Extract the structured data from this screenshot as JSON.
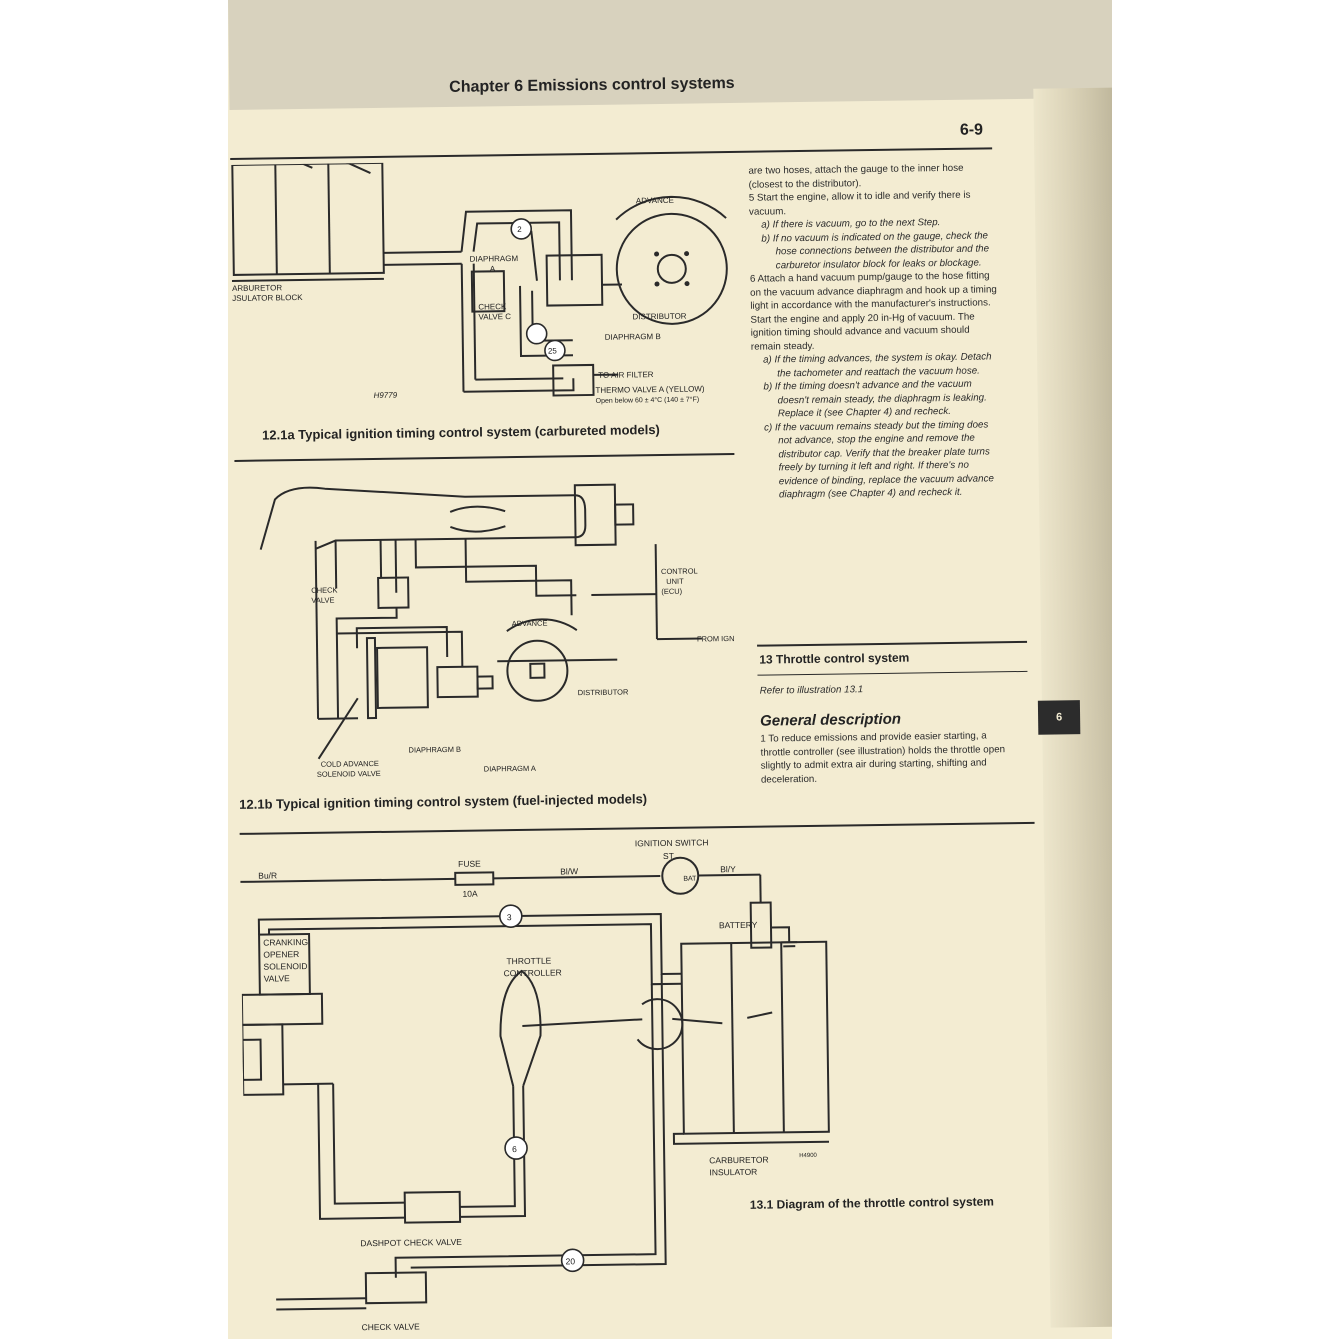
{
  "header": {
    "chapter": "Chapter 6  Emissions control systems",
    "page_number": "6-9"
  },
  "tab_marker": "6",
  "figures": {
    "fig_a": {
      "caption": "12.1a  Typical ignition timing control system (carbureted models)",
      "labels": {
        "advance": "ADVANCE",
        "diaphragm_a_1": "DIAPHRAGM",
        "diaphragm_a_2": "A",
        "check_valve_1": "CHECK",
        "check_valve_2": "VALVE C",
        "distributor": "DISTRIBUTOR",
        "diaphragm_b": "DIAPHRAGM B",
        "carb_block_1": "ARBURETOR",
        "carb_block_2": "JSULATOR BLOCK",
        "air_filter": "TO AIR FILTER",
        "thermo_1": "THERMO VALVE A (YELLOW)",
        "thermo_2": "Open below 60 ± 4°C (140 ± 7°F)",
        "code": "H9779",
        "hose_2": "2",
        "hose_25": "25"
      }
    },
    "fig_b": {
      "caption": "12.1b  Typical ignition timing control system (fuel-injected models)",
      "labels": {
        "check_valve_1": "CHECK",
        "check_valve_2": "VALVE",
        "control_unit_1": "CONTROL",
        "control_unit_2": "UNIT",
        "control_unit_3": "(ECU)",
        "advance": "ADVANCE",
        "from_ign": "FROM IGN 1",
        "distributor": "DISTRIBUTOR",
        "diaphragm_b": "DIAPHRAGM B",
        "cold_advance_1": "COLD ADVANCE",
        "cold_advance_2": "SOLENOID VALVE",
        "diaphragm_a": "DIAPHRAGM A"
      }
    },
    "fig_c": {
      "caption": "13.1 Diagram of the throttle control system",
      "labels": {
        "ignition_switch": "IGNITION SWITCH",
        "st": "ST",
        "bat": "BAT",
        "fuse": "FUSE",
        "fuse_rating": "10A",
        "bu_r": "Bu/R",
        "bi_w": "Bl/W",
        "bi_y": "Bl/Y",
        "battery": "BATTERY",
        "cranking_1": "CRANKING",
        "cranking_2": "OPENER",
        "cranking_3": "SOLENOID",
        "cranking_4": "VALVE",
        "throttle_1": "THROTTLE",
        "throttle_2": "CONTROLLER",
        "carb_ins_1": "CARBURETOR",
        "carb_ins_2": "INSULATOR",
        "dashpot": "DASHPOT CHECK VALVE",
        "check_valve": "CHECK VALVE",
        "hose_3": "3",
        "hose_6": "6",
        "hose_20": "20",
        "code": "H4900"
      }
    }
  },
  "text": {
    "p_cont": "are two hoses, attach the gauge to the inner hose (closest to the distributor).",
    "p5": "5    Start the engine, allow it to idle and verify there is vacuum.",
    "p5a": "a)  If there is vacuum, go to the next Step.",
    "p5b": "b)  If no vacuum is indicated on the gauge, check the hose connections between the distributor and the carburetor insulator block for leaks or blockage.",
    "p6": "6    Attach a hand vacuum pump/gauge to the hose fitting on the vacuum advance diaphragm and hook up a timing light in accordance with the manufacturer's instructions. Start the engine and apply 20 in-Hg of vacuum. The ignition timing should advance and vacuum should remain steady.",
    "p6a": "a)  If the timing advances, the system is okay. Detach the tachometer and reattach the vacuum hose.",
    "p6b": "b)  If the timing doesn't advance and the vacuum doesn't remain steady, the diaphragm is leaking. Replace it (see Chapter 4) and recheck.",
    "p6c": "c)  If the vacuum remains steady but the timing does not advance, stop the engine and remove the distributor cap. Verify that the breaker plate turns freely by turning it left and right. If there's no evidence of binding, replace the vacuum advance diaphragm (see Chapter 4) and recheck it.",
    "section_title": "13  Throttle control system",
    "refer": "Refer to illustration 13.1",
    "subheading": "General description",
    "p1": "1    To reduce emissions and provide easier starting, a throttle controller (see illustration) holds the throttle open slightly to admit extra air during starting, shifting and deceleration."
  }
}
